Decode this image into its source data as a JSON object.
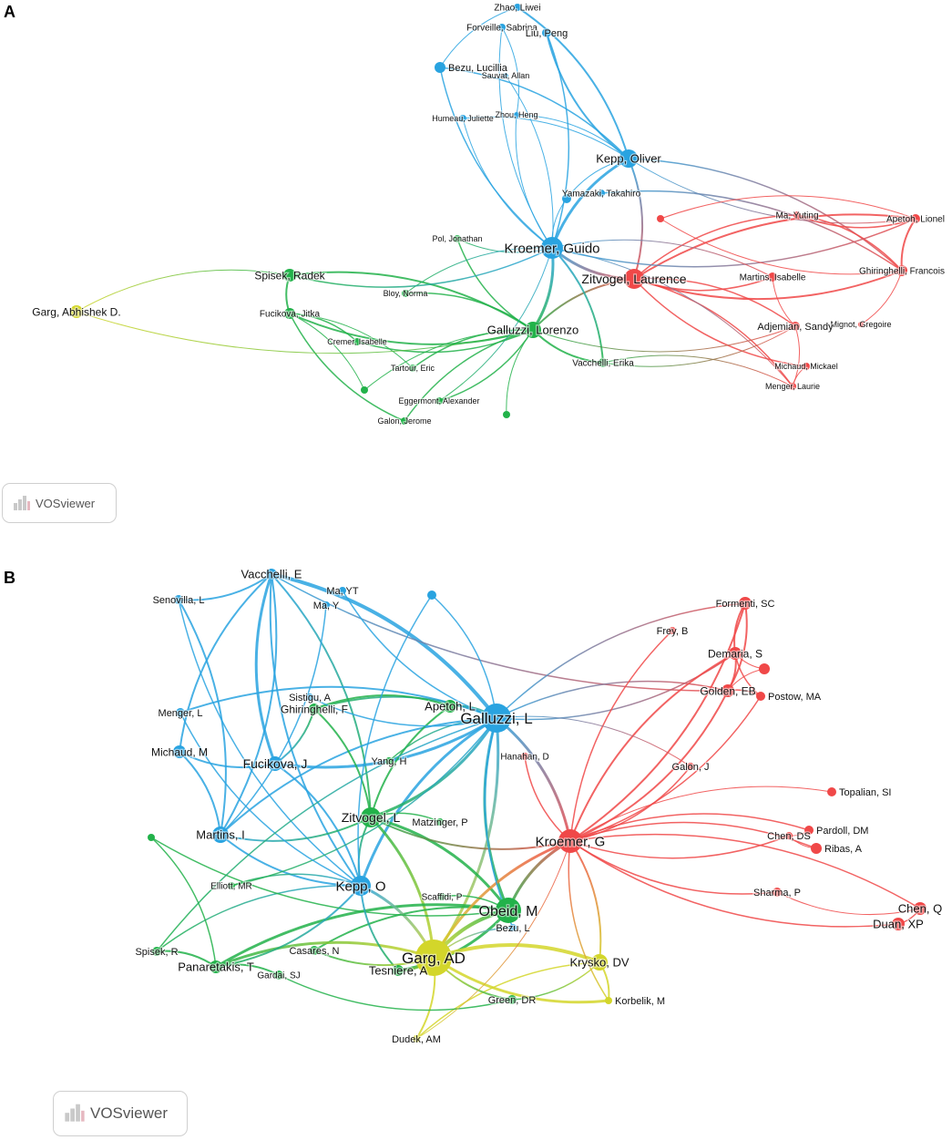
{
  "panels": [
    {
      "label": "A",
      "logo": "VOSviewer",
      "colors": {
        "red": "#f04848",
        "green": "#22b24a",
        "blue": "#29a3e0",
        "yellow": "#d3d62a"
      },
      "nodes": [
        {
          "id": "zhao",
          "label": "Zhao, Liwei",
          "c": "blue",
          "r": 4,
          "fs": 10
        },
        {
          "id": "forveille",
          "label": "Forveille, Sabrina",
          "c": "blue",
          "r": 4,
          "fs": 10
        },
        {
          "id": "liu",
          "label": "Liu, Peng",
          "c": "blue",
          "r": 5,
          "fs": 11
        },
        {
          "id": "bezu",
          "label": "Bezu, Lucillia",
          "c": "blue",
          "r": 6,
          "fs": 11
        },
        {
          "id": "sauvat",
          "label": "Sauvat, Allan",
          "c": "blue",
          "r": 3,
          "fs": 9
        },
        {
          "id": "humeau",
          "label": "Humeau, Juliette",
          "c": "blue",
          "r": 4,
          "fs": 9
        },
        {
          "id": "zhou",
          "label": "Zhou, Heng",
          "c": "blue",
          "r": 3,
          "fs": 9
        },
        {
          "id": "kepp",
          "label": "Kepp, Oliver",
          "c": "blue",
          "r": 10,
          "fs": 13
        },
        {
          "id": "yamazaki",
          "label": "Yamazaki, Takahiro",
          "c": "blue",
          "r": 4,
          "fs": 10
        },
        {
          "id": "kroemer",
          "label": "Kroemer, Guido",
          "c": "blue",
          "r": 12,
          "fs": 15
        },
        {
          "id": "zitvogel",
          "label": "Zitvogel, Laurence",
          "c": "red",
          "r": 11,
          "fs": 14
        },
        {
          "id": "ma",
          "label": "Ma, Yuting",
          "c": "red",
          "r": 4,
          "fs": 10
        },
        {
          "id": "apetoh",
          "label": "Apetoh, Lionel",
          "c": "red",
          "r": 5,
          "fs": 10
        },
        {
          "id": "ghiringhelli",
          "label": "Ghiringhelli, Francois",
          "c": "red",
          "r": 6,
          "fs": 10
        },
        {
          "id": "martins",
          "label": "Martins, Isabelle",
          "c": "red",
          "r": 5,
          "fs": 10
        },
        {
          "id": "mignot",
          "label": "Mignot, Gregoire",
          "c": "red",
          "r": 3,
          "fs": 9
        },
        {
          "id": "adjemian",
          "label": "Adjemian, Sandy",
          "c": "red",
          "r": 5,
          "fs": 11
        },
        {
          "id": "michaud",
          "label": "Michaud, Mickael",
          "c": "red",
          "r": 4,
          "fs": 9
        },
        {
          "id": "menger",
          "label": "Menger, Laurie",
          "c": "red",
          "r": 4,
          "fs": 9
        },
        {
          "id": "galluzzi",
          "label": "Galluzzi, Lorenzo",
          "c": "green",
          "r": 9,
          "fs": 13
        },
        {
          "id": "vacchelli",
          "label": "Vacchelli, Erika",
          "c": "green",
          "r": 5,
          "fs": 10
        },
        {
          "id": "pol",
          "label": "Pol, Jonathan",
          "c": "green",
          "r": 4,
          "fs": 9
        },
        {
          "id": "bloy",
          "label": "Bloy, Norma",
          "c": "green",
          "r": 4,
          "fs": 9
        },
        {
          "id": "spisek",
          "label": "Spisek, Radek",
          "c": "green",
          "r": 7,
          "fs": 12
        },
        {
          "id": "fucikova",
          "label": "Fucikova, Jitka",
          "c": "green",
          "r": 6,
          "fs": 10
        },
        {
          "id": "cremer",
          "label": "Cremer, Isabelle",
          "c": "green",
          "r": 4,
          "fs": 9
        },
        {
          "id": "tartour",
          "label": "Tartour, Eric",
          "c": "green",
          "r": 4,
          "fs": 9
        },
        {
          "id": "eggermont",
          "label": "Eggermont, Alexander",
          "c": "green",
          "r": 4,
          "fs": 9
        },
        {
          "id": "galon",
          "label": "Galon, Jerome",
          "c": "green",
          "r": 4,
          "fs": 9
        },
        {
          "id": "garg",
          "label": "Garg, Abhishek D.",
          "c": "yellow",
          "r": 7,
          "fs": 12
        }
      ]
    },
    {
      "label": "B",
      "logo": "VOSviewer",
      "colors": {
        "red": "#f04848",
        "green": "#22b24a",
        "blue": "#29a3e0",
        "yellow": "#d3d62a"
      },
      "nodes": [
        {
          "id": "vacchelli",
          "label": "Vacchelli, E",
          "c": "blue",
          "r": 6,
          "fs": 13
        },
        {
          "id": "senovilla",
          "label": "Senovilla, L",
          "c": "blue",
          "r": 5,
          "fs": 11
        },
        {
          "id": "ma_yt",
          "label": "Ma, YT",
          "c": "blue",
          "r": 4,
          "fs": 11
        },
        {
          "id": "ma_y",
          "label": "Ma, Y",
          "c": "blue",
          "r": 4,
          "fs": 11
        },
        {
          "id": "sistigu",
          "label": "Sistigu, A",
          "c": "blue",
          "r": 4,
          "fs": 11
        },
        {
          "id": "menger",
          "label": "Menger, L",
          "c": "blue",
          "r": 5,
          "fs": 11
        },
        {
          "id": "michaud",
          "label": "Michaud, M",
          "c": "blue",
          "r": 7,
          "fs": 12
        },
        {
          "id": "fucikova",
          "label": "Fucikova, J",
          "c": "blue",
          "r": 8,
          "fs": 14
        },
        {
          "id": "martins",
          "label": "Martins, I",
          "c": "blue",
          "r": 9,
          "fs": 13
        },
        {
          "id": "kepp",
          "label": "Kepp, O",
          "c": "blue",
          "r": 11,
          "fs": 15
        },
        {
          "id": "galluzzi",
          "label": "Galluzzi, L",
          "c": "blue",
          "r": 16,
          "fs": 17
        },
        {
          "id": "bezu",
          "label": "Bezu, L",
          "c": "blue",
          "r": 4,
          "fs": 11
        },
        {
          "id": "ghiringhelli",
          "label": "Ghiringhelli, F",
          "c": "green",
          "r": 6,
          "fs": 12
        },
        {
          "id": "apetoh",
          "label": "Apetoh, L",
          "c": "green",
          "r": 7,
          "fs": 13
        },
        {
          "id": "yang",
          "label": "Yang, H",
          "c": "green",
          "r": 4,
          "fs": 11
        },
        {
          "id": "zitvogel",
          "label": "Zitvogel, L",
          "c": "green",
          "r": 11,
          "fs": 14
        },
        {
          "id": "matzinger",
          "label": "Matzinger, P",
          "c": "green",
          "r": 4,
          "fs": 11
        },
        {
          "id": "elliott",
          "label": "Elliott, MR",
          "c": "green",
          "r": 4,
          "fs": 10
        },
        {
          "id": "scaffidi",
          "label": "Scaffidi, P",
          "c": "green",
          "r": 4,
          "fs": 10
        },
        {
          "id": "obeid",
          "label": "Obeid, M",
          "c": "green",
          "r": 14,
          "fs": 16
        },
        {
          "id": "spisek",
          "label": "Spisek, R",
          "c": "green",
          "r": 5,
          "fs": 11
        },
        {
          "id": "panaretakis",
          "label": "Panaretakis, T",
          "c": "green",
          "r": 7,
          "fs": 13
        },
        {
          "id": "casares",
          "label": "Casares, N",
          "c": "green",
          "r": 5,
          "fs": 11
        },
        {
          "id": "tesniere",
          "label": "Tesniere, A",
          "c": "green",
          "r": 6,
          "fs": 13
        },
        {
          "id": "gardai",
          "label": "Gardai, SJ",
          "c": "green",
          "r": 5,
          "fs": 10
        },
        {
          "id": "green_dr",
          "label": "Green, DR",
          "c": "green",
          "r": 5,
          "fs": 11
        },
        {
          "id": "garg",
          "label": "Garg, AD",
          "c": "yellow",
          "r": 20,
          "fs": 17
        },
        {
          "id": "krysko",
          "label": "Krysko, DV",
          "c": "yellow",
          "r": 9,
          "fs": 13
        },
        {
          "id": "korbelik",
          "label": "Korbelik, M",
          "c": "yellow",
          "r": 4,
          "fs": 11
        },
        {
          "id": "dudek",
          "label": "Dudek, AM",
          "c": "yellow",
          "r": 4,
          "fs": 11
        },
        {
          "id": "kroemer",
          "label": "Kroemer, G",
          "c": "red",
          "r": 13,
          "fs": 15
        },
        {
          "id": "hanahan",
          "label": "Hanahan, D",
          "c": "red",
          "r": 4,
          "fs": 10
        },
        {
          "id": "formenti",
          "label": "Formenti, SC",
          "c": "red",
          "r": 7,
          "fs": 11
        },
        {
          "id": "demaria",
          "label": "Demaria, S",
          "c": "red",
          "r": 7,
          "fs": 12
        },
        {
          "id": "frey",
          "label": "Frey, B",
          "c": "red",
          "r": 4,
          "fs": 11
        },
        {
          "id": "golden",
          "label": "Golden, EB",
          "c": "red",
          "r": 7,
          "fs": 12
        },
        {
          "id": "postow",
          "label": "Postow, MA",
          "c": "red",
          "r": 5,
          "fs": 11
        },
        {
          "id": "galon",
          "label": "Galon, J",
          "c": "red",
          "r": 4,
          "fs": 11
        },
        {
          "id": "topalian",
          "label": "Topalian, SI",
          "c": "red",
          "r": 5,
          "fs": 11
        },
        {
          "id": "pardoll",
          "label": "Pardoll, DM",
          "c": "red",
          "r": 5,
          "fs": 11
        },
        {
          "id": "chen_ds",
          "label": "Chen, DS",
          "c": "red",
          "r": 4,
          "fs": 11
        },
        {
          "id": "ribas",
          "label": "Ribas, A",
          "c": "red",
          "r": 6,
          "fs": 11
        },
        {
          "id": "sharma",
          "label": "Sharma, P",
          "c": "red",
          "r": 5,
          "fs": 11
        },
        {
          "id": "chen_q",
          "label": "Chen, Q",
          "c": "red",
          "r": 7,
          "fs": 13
        },
        {
          "id": "duan",
          "label": "Duan, XP",
          "c": "red",
          "r": 7,
          "fs": 13
        }
      ]
    }
  ]
}
